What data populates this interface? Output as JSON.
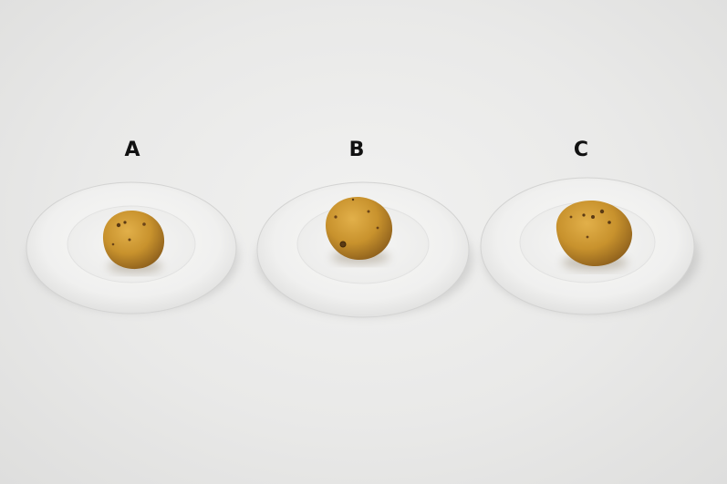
{
  "items": [
    {
      "label": "A"
    },
    {
      "label": "B"
    },
    {
      "label": "C"
    }
  ],
  "colors": {
    "background": "#ebebea",
    "plate": "#f4f4f3",
    "potato": "#c9962f",
    "label": "#111111"
  }
}
